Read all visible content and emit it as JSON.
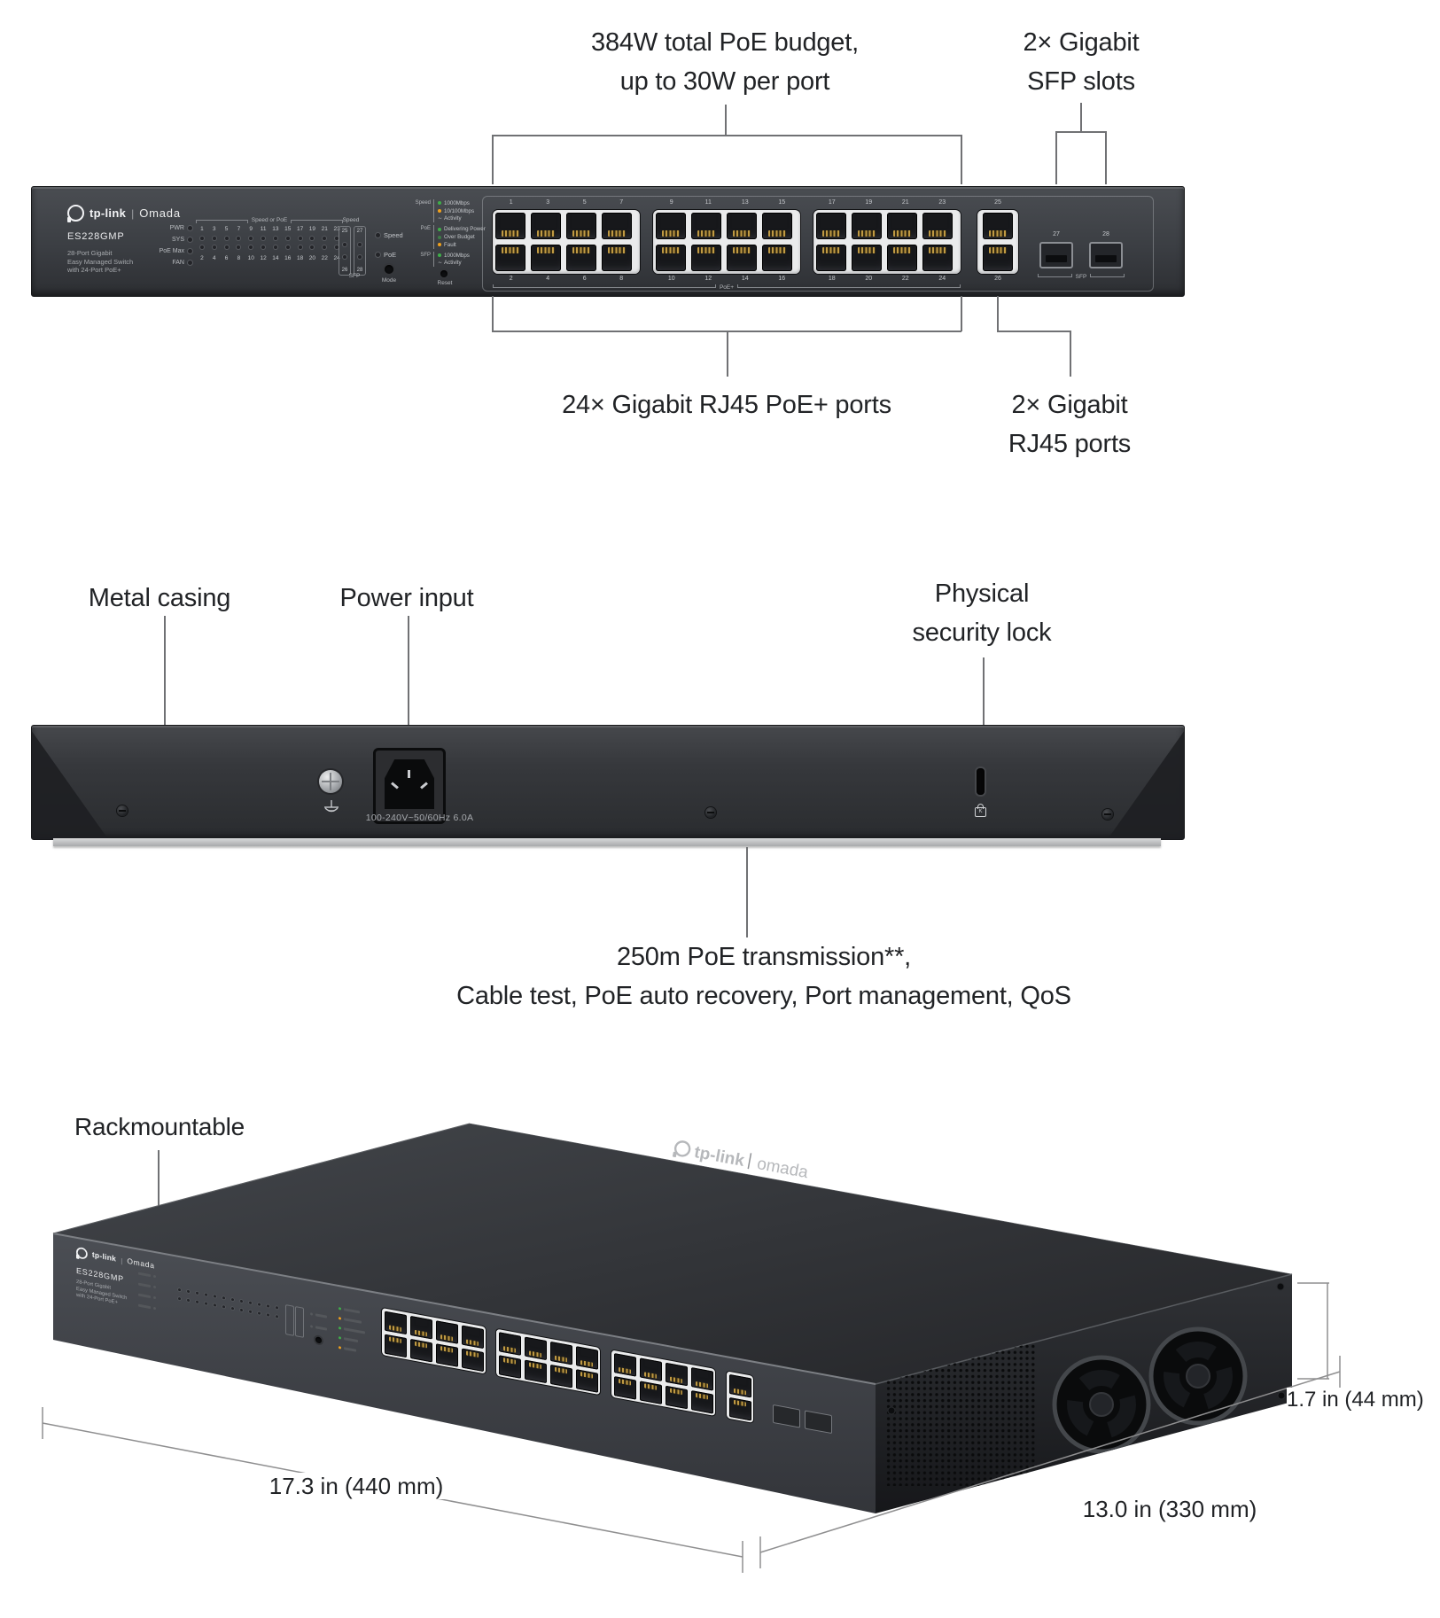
{
  "callouts": {
    "poe_budget_line1": "384W total PoE budget,",
    "poe_budget_line2": "up to 30W per port",
    "sfp_line1": "2× Gigabit",
    "sfp_line2": "SFP slots",
    "rj45_poe": "24× Gigabit RJ45 PoE+ ports",
    "rj45_line1": "2× Gigabit",
    "rj45_line2": "RJ45 ports",
    "metal_casing": "Metal casing",
    "power_input": "Power input",
    "security_line1": "Physical",
    "security_line2": "security lock",
    "features_line1": "250m PoE transmission**,",
    "features_line2": "Cable test, PoE auto recovery, Port management, QoS",
    "rackmountable": "Rackmountable",
    "dim_width": "17.3 in (440 mm)",
    "dim_depth": "13.0  in (330 mm)",
    "dim_height": "1.7 in (44 mm)"
  },
  "device": {
    "brand": "tp-link",
    "brand_sub": "Omada",
    "top_logo_brand": "tp-link",
    "top_logo_sub": "omada",
    "model": "ES228GMP",
    "description": [
      "28-Port Gigabit",
      "Easy Managed Switch",
      "with 24-Port PoE+"
    ],
    "power_rating": "100-240V~50/60Hz  6.0A"
  },
  "front_panel": {
    "status_leds": [
      "PWR",
      "SYS",
      "PoE Max",
      "FAN"
    ],
    "matrix": {
      "header": "Speed or PoE",
      "header_speed": "Speed",
      "odd": [
        "1",
        "3",
        "5",
        "7",
        "9",
        "11",
        "13",
        "15",
        "17",
        "19",
        "21",
        "23"
      ],
      "even": [
        "2",
        "4",
        "6",
        "8",
        "10",
        "12",
        "14",
        "16",
        "18",
        "20",
        "22",
        "24"
      ],
      "box1": [
        "25",
        "26"
      ],
      "box2": [
        "27",
        "28"
      ],
      "sfp_label": "SFP"
    },
    "mode": {
      "speed": "Speed",
      "poe": "PoE",
      "button": "Mode"
    },
    "legend": {
      "speed_label": "Speed",
      "speed_rows": [
        {
          "text": "1000Mbps",
          "color": "#3fae49"
        },
        {
          "text": "10/100Mbps",
          "color": "#f0a11c"
        },
        {
          "text": "Activity",
          "color": "none"
        }
      ],
      "poe_label": "PoE",
      "poe_rows": [
        {
          "text": "Delivering Power",
          "color": "#3fae49"
        },
        {
          "text": "Over Budget",
          "color": "#3fae49"
        },
        {
          "text": "Fault",
          "color": "#f0a11c"
        }
      ],
      "sfp_label": "SFP",
      "sfp_rows": [
        {
          "text": "1000Mbps",
          "color": "#3fae49"
        },
        {
          "text": "Activity",
          "color": "none"
        }
      ]
    },
    "reset_label": "Reset",
    "ports": {
      "groups": [
        {
          "top": [
            "1",
            "3",
            "5",
            "7"
          ],
          "bottom": [
            "2",
            "4",
            "6",
            "8"
          ]
        },
        {
          "top": [
            "9",
            "11",
            "13",
            "15"
          ],
          "bottom": [
            "10",
            "12",
            "14",
            "16"
          ]
        },
        {
          "top": [
            "17",
            "19",
            "21",
            "23"
          ],
          "bottom": [
            "18",
            "20",
            "22",
            "24"
          ]
        }
      ],
      "pair_top": "25",
      "pair_bottom": "26",
      "sfp_numbers": [
        "27",
        "28"
      ],
      "sfp_label": "SFP",
      "poe_plus_label": "PoE+"
    }
  },
  "colors": {
    "led_green": "#3fae49",
    "led_orange": "#f0a11c",
    "callout_text": "#212326",
    "callout_line": "#707174",
    "panel_gray": "#3b3e43",
    "bezel_white": "#eaebec"
  }
}
